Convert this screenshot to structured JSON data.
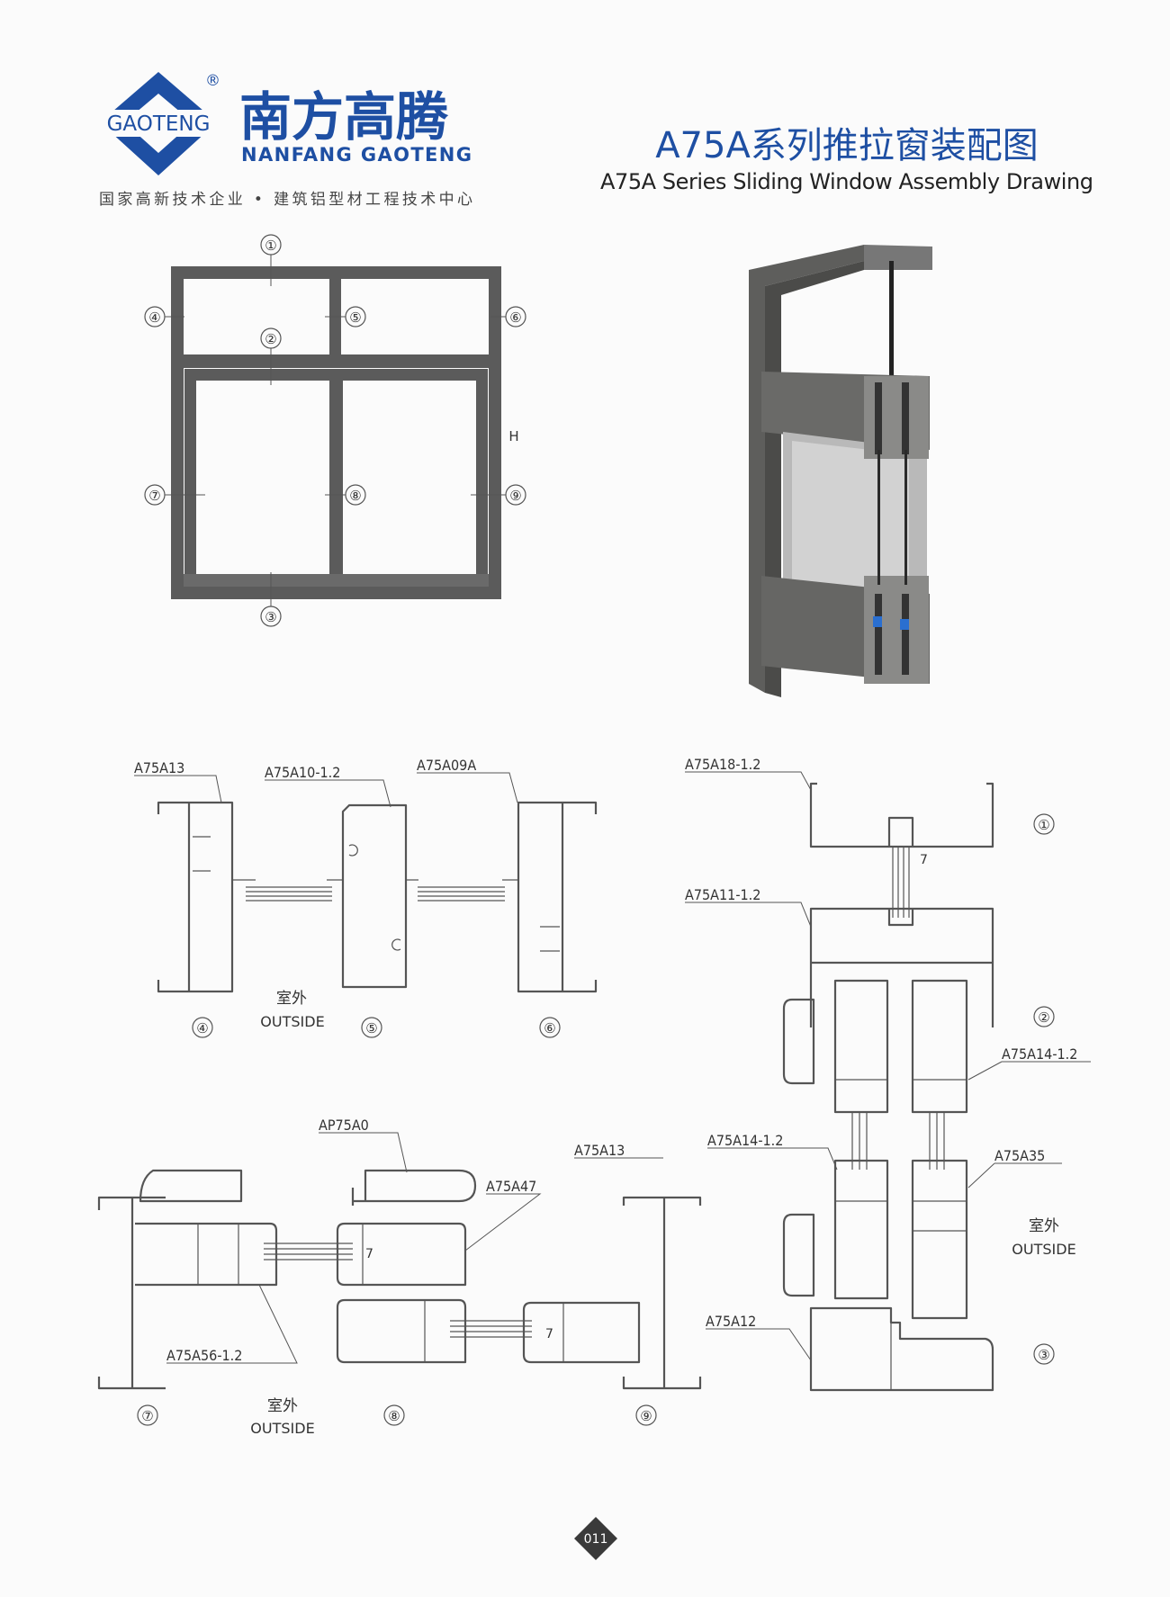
{
  "header": {
    "logo_badge": "GAOTENG",
    "logo_registered": "®",
    "brand_cn": "南方高腾",
    "brand_en": "NANFANG GAOTENG",
    "slogan": "国家高新技术企业 • 建筑铝型材工程技术中心",
    "title_cn": "A75A系列推拉窗装配图",
    "title_en": "A75A Series Sliding Window Assembly Drawing"
  },
  "elevation": {
    "callouts": [
      "①",
      "②",
      "③",
      "④",
      "⑤",
      "⑥",
      "⑦",
      "⑧",
      "⑨"
    ],
    "height_label": "H"
  },
  "sections": {
    "jamb": {
      "labels": [
        "A75A13",
        "A75A10-1.2",
        "A75A09A"
      ],
      "outside_cn": "室外",
      "outside_en": "OUTSIDE",
      "numbers": [
        "④",
        "⑤",
        "⑥"
      ]
    },
    "vertical": {
      "labels": [
        "A75A18-1.2",
        "A75A11-1.2",
        "A75A14-1.2",
        "A75A14-1.2",
        "A75A35",
        "A75A12"
      ],
      "outside_cn": "室外",
      "outside_en": "OUTSIDE",
      "numbers": [
        "①",
        "②",
        "③"
      ],
      "glass_dim": "7"
    },
    "horizontal": {
      "labels": [
        "AP75A0",
        "A75A47",
        "A75A13",
        "A75A56-1.2"
      ],
      "outside_cn": "室外",
      "outside_en": "OUTSIDE",
      "numbers": [
        "⑦",
        "⑧",
        "⑨"
      ],
      "glass_dim": "7"
    }
  },
  "footer": {
    "page_number": "011"
  },
  "colors": {
    "brand_blue": "#1e4fa3",
    "frame_gray": "#5b5b5b"
  }
}
